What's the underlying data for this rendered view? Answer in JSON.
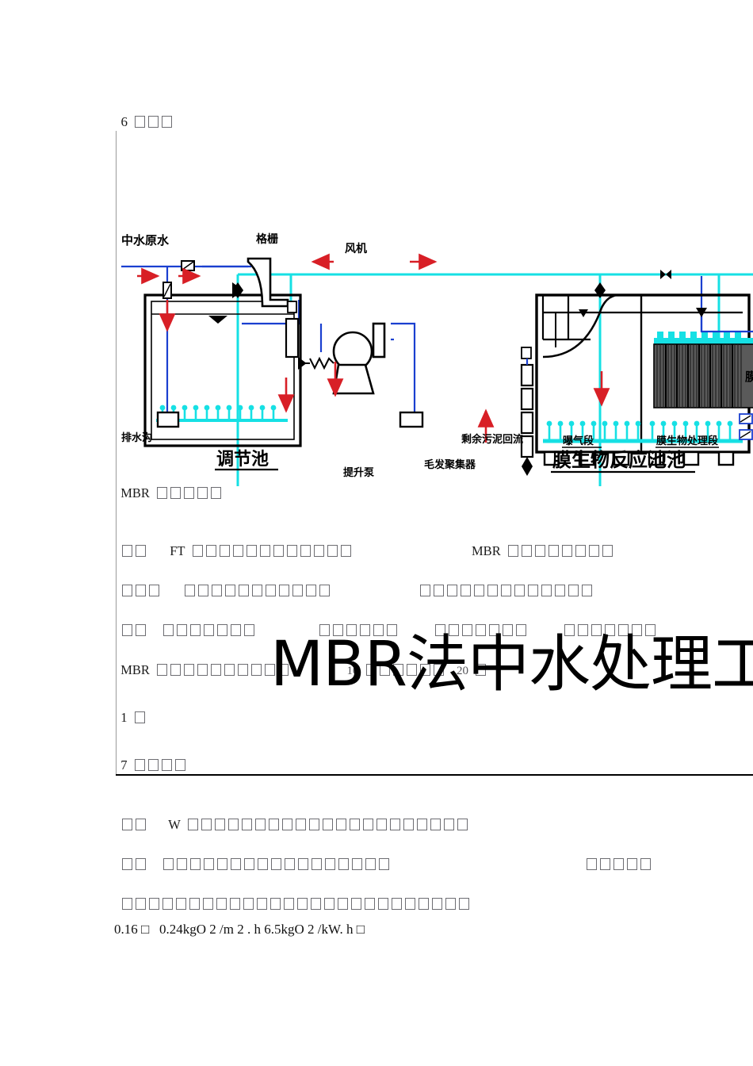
{
  "document": {
    "heading_number": "6",
    "heading_tofu_count": 3,
    "section7_number": "7",
    "section7_tofu_count": 4,
    "line_item_number": "1",
    "caption_prefix": "MBR",
    "caption_tofu_count": 5,
    "figure_number_text": "10",
    "figure_number_text2": "20",
    "formula_line": "0.16 □   0.24kgO 2 /m 2 . h 6.5kgO 2 /kW. h □",
    "inline_FT": "FT",
    "inline_MBR": "MBR",
    "inline_W": "W",
    "formula_values": {
      "oxygen_flux_min": "0.16",
      "oxygen_flux_max": "0.24",
      "oxygen_flux_unit": "kgO 2 /m 2 . h",
      "oxygen_efficiency": "6.5",
      "oxygen_efficiency_unit": "kgO 2 /kW. h"
    }
  },
  "overlay": {
    "title": "MBR法中水处理工",
    "note": "large handwriting-style title overlapping the body text, clipped at right page edge"
  },
  "diagram": {
    "title": "MBR法中水处理工艺流程图",
    "labels": {
      "raw_water": "中水原水",
      "screen": "格栅",
      "drain_ditch": "排水沟",
      "equalization_tank": "调节池",
      "blower": "风机",
      "lift_pump": "提升泵",
      "hair_collector": "毛发聚集器",
      "sludge_return": "剩余污泥回流",
      "aeration_zone": "曝气段",
      "membrane_zone": "膜生物处理段",
      "mbr_tank": "膜生物反应池池",
      "right_clipped": "膜"
    },
    "colors": {
      "water_line": "#1a3fd0",
      "air_line": "#16e0e4",
      "flow_arrow": "#d81f26",
      "equipment_outline": "#000000",
      "membrane_module": "#555555",
      "diffuser": "#16e0e4"
    },
    "flow_arrow_count": 14,
    "membrane_module_plates": 7
  }
}
